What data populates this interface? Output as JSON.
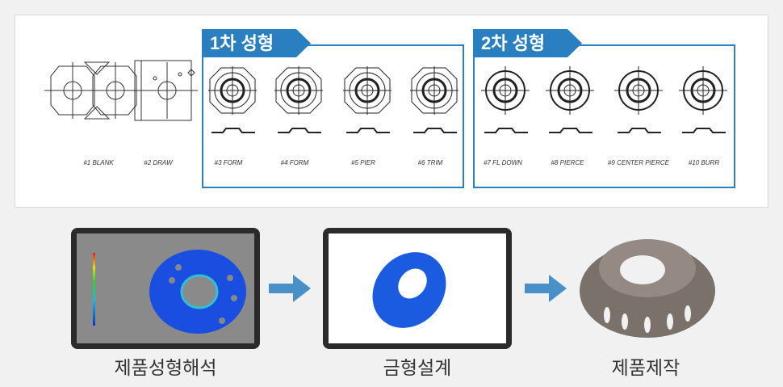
{
  "stages": [
    {
      "title": "1차 성형"
    },
    {
      "title": "2차 성형"
    }
  ],
  "steps": [
    "#1 BLANK",
    "#2 DRAW",
    "#3 FORM",
    "#4 FORM",
    "#5 PIER",
    "#6 TRIM",
    "#7 FL DOWN",
    "#8 PIERCE",
    "#9 CENTER PIERCE",
    "#10 BURR"
  ],
  "process": [
    {
      "caption": "제품성형해석"
    },
    {
      "caption": "금형설계"
    },
    {
      "caption": "제품제작"
    }
  ],
  "colors": {
    "accent": "#2a7fc0",
    "arrow": "#4a90c8"
  }
}
